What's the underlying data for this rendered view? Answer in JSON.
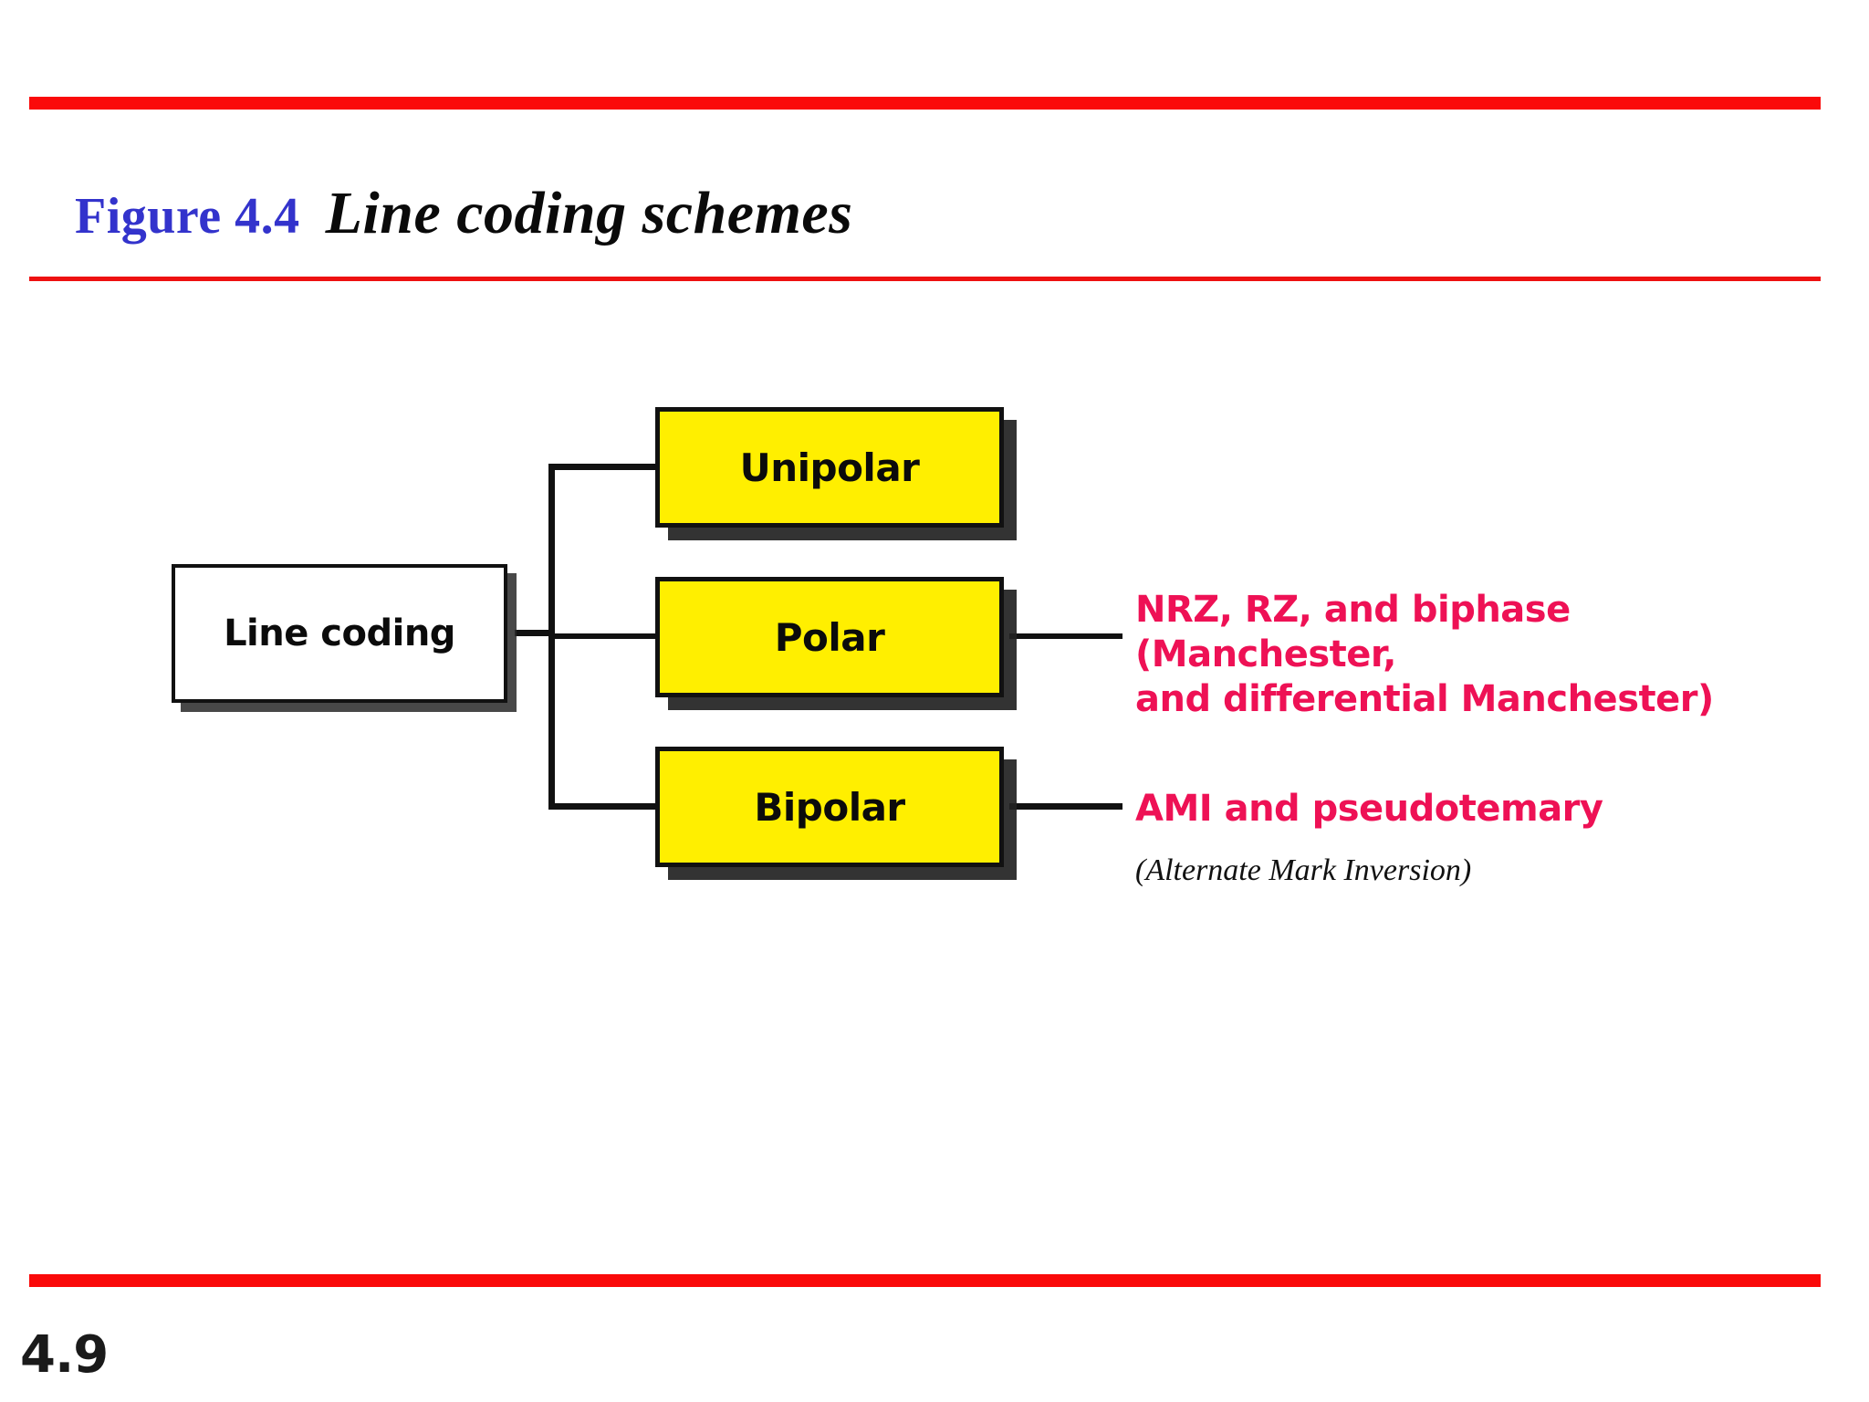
{
  "slide": {
    "background_color": "#ffffff",
    "accent_color": "#fa0a0a",
    "page_number": "4.9"
  },
  "header": {
    "figure_label": "Figure 4.4",
    "figure_label_color": "#3333cc",
    "title": "Line coding schemes",
    "title_color": "#000000"
  },
  "diagram": {
    "type": "tree",
    "root": {
      "label": "Line coding",
      "fill": "#ffffff",
      "border": "#111111"
    },
    "children": [
      {
        "label": "Unipolar",
        "fill": "#ffef00",
        "border": "#111111",
        "annotation": null
      },
      {
        "label": "Polar",
        "fill": "#ffef00",
        "border": "#111111",
        "annotation": "NRZ, RZ, and biphase (Manchester,\nand differential Manchester)",
        "annotation_color": "#ee1155"
      },
      {
        "label": "Bipolar",
        "fill": "#ffef00",
        "border": "#111111",
        "annotation": "AMI and pseudotemary",
        "annotation_color": "#ee1155",
        "sub_annotation": "(Alternate Mark Inversion)"
      }
    ]
  }
}
